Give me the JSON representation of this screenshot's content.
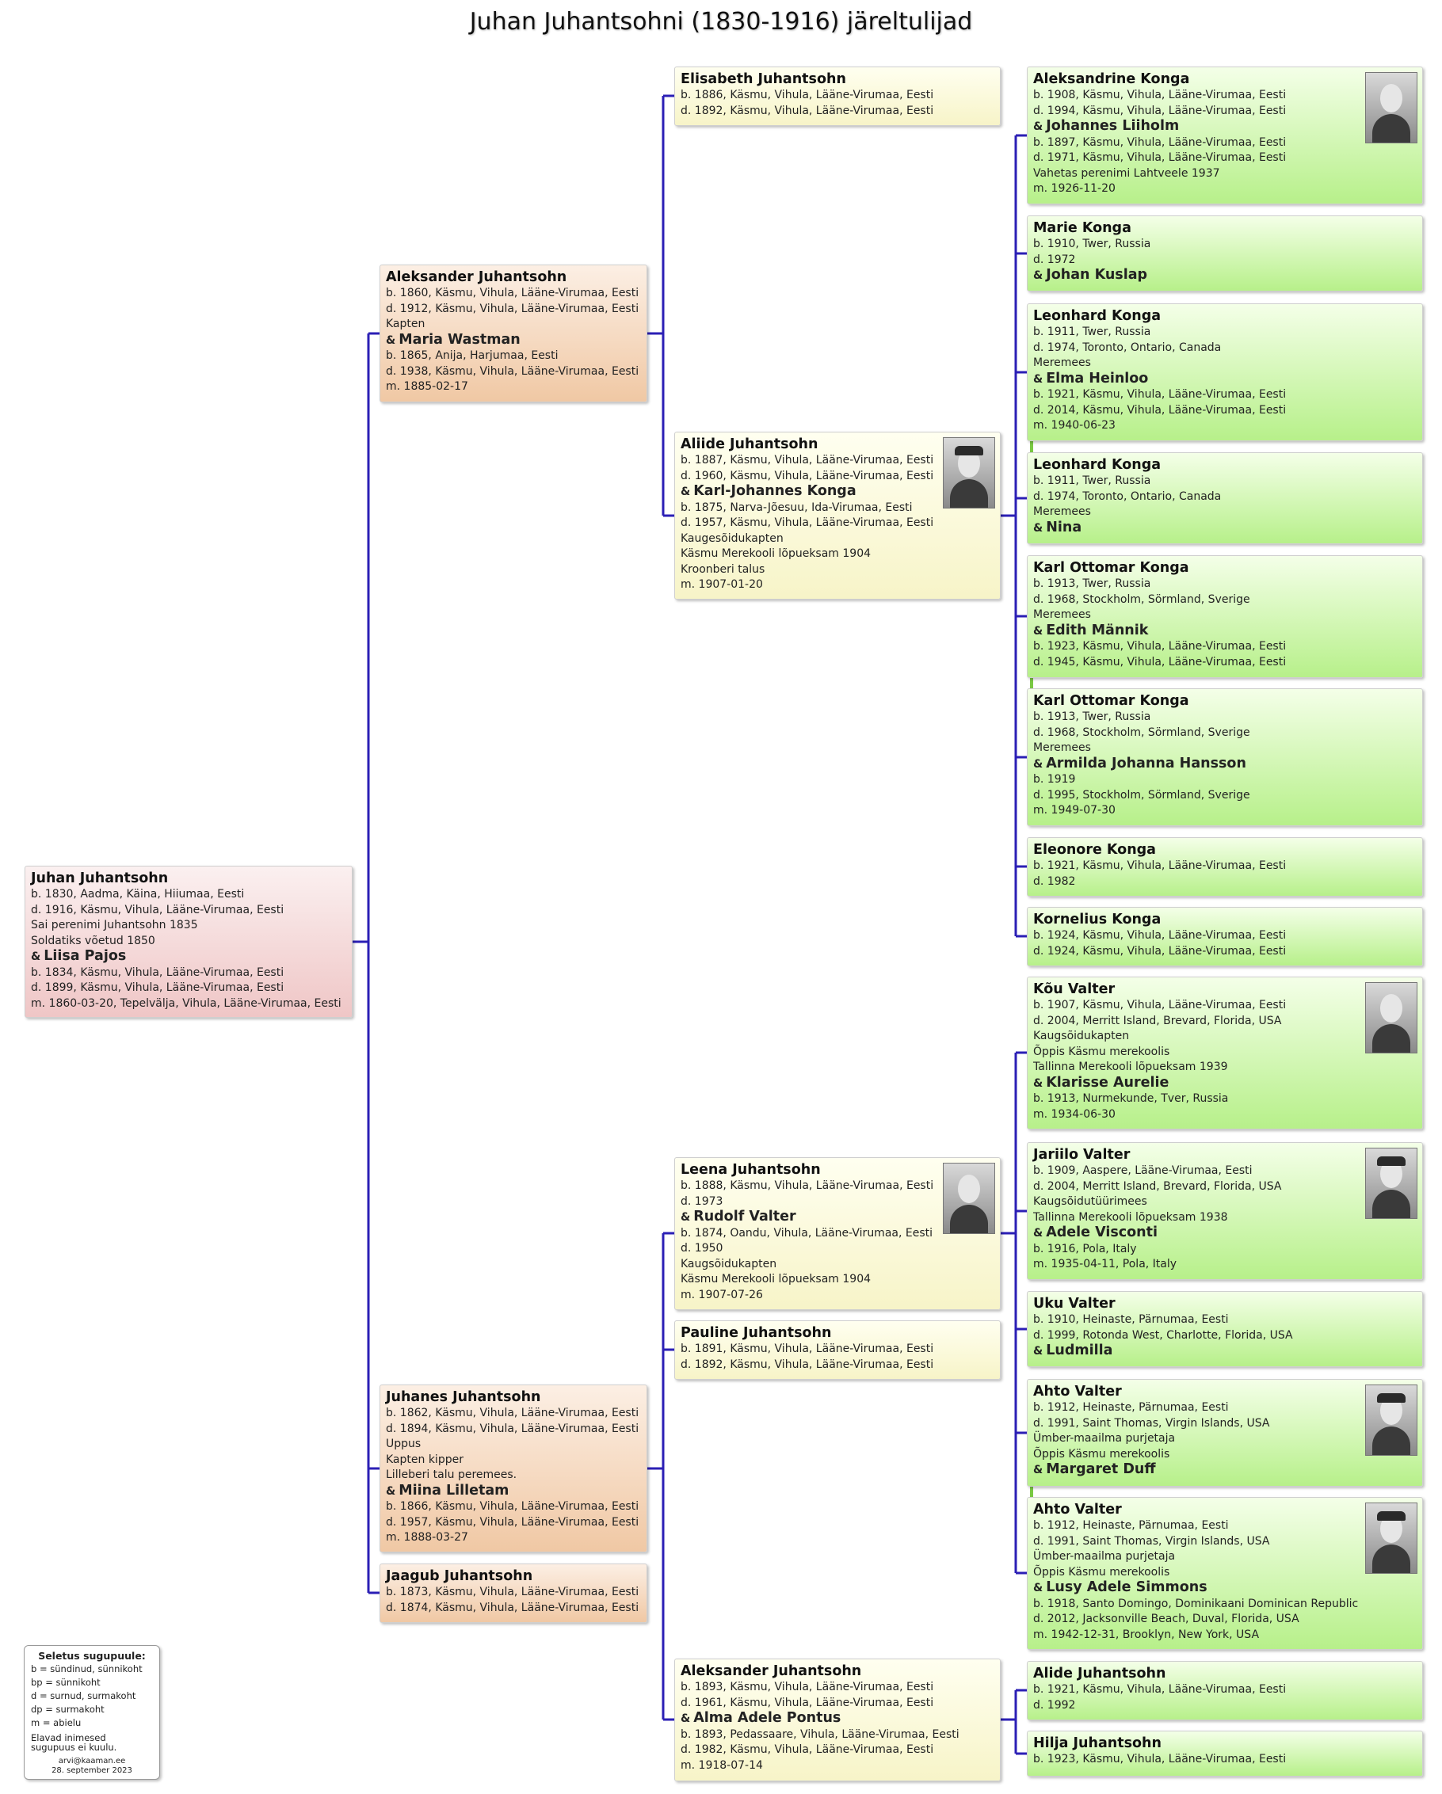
{
  "title": "Juhan Juhantsohni (1830-1916) järeltulijad",
  "colors": {
    "line": "#2b1fb5",
    "accent": "#7ac943",
    "gen0": "#efc6c6",
    "gen1": "#f0c8a4",
    "gen2": "#f7f4c8",
    "gen3": "#b7f08a"
  },
  "people": {
    "juhan": {
      "name": "Juhan Juhantsohn",
      "lines": [
        "b. 1830, Aadma, Käina, Hiiumaa, Eesti",
        "d. 1916, Käsmu, Vihula, Lääne-Virumaa, Eesti",
        "Sai perenimi Juhantsohn 1835",
        "Soldatiks võetud 1850"
      ],
      "spouse": "Liisa Pajos",
      "spouse_lines": [
        "b. 1834, Käsmu, Vihula, Lääne-Virumaa, Eesti",
        "d. 1899, Käsmu, Vihula, Lääne-Virumaa, Eesti",
        "m. 1860-03-20, Tepelvälja, Vihula, Lääne-Virumaa, Eesti"
      ]
    },
    "aleksander": {
      "name": "Aleksander Juhantsohn",
      "lines": [
        "b. 1860, Käsmu, Vihula, Lääne-Virumaa, Eesti",
        "d. 1912, Käsmu, Vihula, Lääne-Virumaa, Eesti",
        "Kapten"
      ],
      "spouse": "Maria Wastman",
      "spouse_lines": [
        "b. 1865, Anija, Harjumaa, Eesti",
        "d. 1938, Käsmu, Vihula, Lääne-Virumaa, Eesti",
        "m. 1885-02-17"
      ]
    },
    "juhanes": {
      "name": "Juhanes Juhantsohn",
      "lines": [
        "b. 1862, Käsmu, Vihula, Lääne-Virumaa, Eesti",
        "d. 1894, Käsmu, Vihula, Lääne-Virumaa, Eesti",
        "Uppus",
        "Kapten kipper",
        "Lilleberi talu peremees."
      ],
      "spouse": "Miina Lilletam",
      "spouse_lines": [
        "b. 1866, Käsmu, Vihula, Lääne-Virumaa, Eesti",
        "d. 1957, Käsmu, Vihula, Lääne-Virumaa, Eesti",
        "m. 1888-03-27"
      ]
    },
    "jaagub": {
      "name": "Jaagub Juhantsohn",
      "lines": [
        "b. 1873, Käsmu, Vihula, Lääne-Virumaa, Eesti",
        "d. 1874, Käsmu, Vihula, Lääne-Virumaa, Eesti"
      ]
    },
    "elisabeth": {
      "name": "Elisabeth Juhantsohn",
      "lines": [
        "b. 1886, Käsmu, Vihula, Lääne-Virumaa, Eesti",
        "d. 1892, Käsmu, Vihula, Lääne-Virumaa, Eesti"
      ]
    },
    "aliide": {
      "name": "Aliide Juhantsohn",
      "lines": [
        "b. 1887, Käsmu, Vihula, Lääne-Virumaa, Eesti",
        "d. 1960, Käsmu, Vihula, Lääne-Virumaa, Eesti"
      ],
      "spouse": "Karl-Johannes Konga",
      "spouse_lines": [
        "b. 1875, Narva-Jõesuu, Ida-Virumaa, Eesti",
        "d. 1957, Käsmu, Vihula, Lääne-Virumaa, Eesti",
        "Kaugesõidukapten",
        "Käsmu Merekooli lõpueksam 1904",
        "Kroonberi talus",
        "m. 1907-01-20"
      ]
    },
    "leena": {
      "name": "Leena Juhantsohn",
      "lines": [
        "b. 1888, Käsmu, Vihula, Lääne-Virumaa, Eesti",
        "d. 1973"
      ],
      "spouse": "Rudolf Valter",
      "spouse_lines": [
        "b. 1874, Oandu, Vihula, Lääne-Virumaa, Eesti",
        "d. 1950",
        "Kaugsõidukapten",
        "Käsmu Merekooli lõpueksam 1904",
        "m. 1907-07-26"
      ]
    },
    "pauline": {
      "name": "Pauline Juhantsohn",
      "lines": [
        "b. 1891, Käsmu, Vihula, Lääne-Virumaa, Eesti",
        "d. 1892, Käsmu, Vihula, Lääne-Virumaa, Eesti"
      ]
    },
    "aleksander2": {
      "name": "Aleksander Juhantsohn",
      "lines": [
        "b. 1893, Käsmu, Vihula, Lääne-Virumaa, Eesti",
        "d. 1961, Käsmu, Vihula, Lääne-Virumaa, Eesti"
      ],
      "spouse": "Alma Adele Pontus",
      "spouse_lines": [
        "b. 1893, Pedassaare, Vihula, Lääne-Virumaa, Eesti",
        "d. 1982, Käsmu, Vihula, Lääne-Virumaa, Eesti",
        "m. 1918-07-14"
      ]
    },
    "aleksandrine": {
      "name": "Aleksandrine Konga",
      "lines": [
        "b. 1908, Käsmu, Vihula, Lääne-Virumaa, Eesti",
        "d. 1994, Käsmu, Vihula, Lääne-Virumaa, Eesti"
      ],
      "spouse": "Johannes Liiholm",
      "spouse_lines": [
        "b. 1897, Käsmu, Vihula, Lääne-Virumaa, Eesti",
        "d. 1971, Käsmu, Vihula, Lääne-Virumaa, Eesti",
        "Vahetas perenimi Lahtveele 1937",
        "m. 1926-11-20"
      ]
    },
    "marie": {
      "name": "Marie Konga",
      "lines": [
        "b. 1910, Twer, Russia",
        "d. 1972"
      ],
      "spouse": "Johan Kuslap",
      "spouse_lines": []
    },
    "leonhard1": {
      "name": "Leonhard Konga",
      "lines": [
        "b. 1911, Twer, Russia",
        "d. 1974, Toronto, Ontario, Canada",
        "Meremees"
      ],
      "spouse": "Elma Heinloo",
      "spouse_lines": [
        "b. 1921, Käsmu, Vihula, Lääne-Virumaa, Eesti",
        "d. 2014, Käsmu, Vihula, Lääne-Virumaa, Eesti",
        "m. 1940-06-23"
      ]
    },
    "leonhard2": {
      "name": "Leonhard Konga",
      "lines": [
        "b. 1911, Twer, Russia",
        "d. 1974, Toronto, Ontario, Canada",
        "Meremees"
      ],
      "spouse": "Nina",
      "spouse_lines": []
    },
    "karl1": {
      "name": "Karl Ottomar Konga",
      "lines": [
        "b. 1913, Twer, Russia",
        "d. 1968, Stockholm, Sörmland, Sverige",
        "Meremees"
      ],
      "spouse": "Edith Männik",
      "spouse_lines": [
        "b. 1923, Käsmu, Vihula, Lääne-Virumaa, Eesti",
        "d. 1945, Käsmu, Vihula, Lääne-Virumaa, Eesti"
      ]
    },
    "karl2": {
      "name": "Karl Ottomar Konga",
      "lines": [
        "b. 1913, Twer, Russia",
        "d. 1968, Stockholm, Sörmland, Sverige",
        "Meremees"
      ],
      "spouse": "Armilda Johanna Hansson",
      "spouse_lines": [
        "b. 1919",
        "d. 1995, Stockholm, Sörmland, Sverige",
        "m. 1949-07-30"
      ]
    },
    "eleonore": {
      "name": "Eleonore Konga",
      "lines": [
        "b. 1921, Käsmu, Vihula, Lääne-Virumaa, Eesti",
        "d. 1982"
      ]
    },
    "kornelius": {
      "name": "Kornelius Konga",
      "lines": [
        "b. 1924, Käsmu, Vihula, Lääne-Virumaa, Eesti",
        "d. 1924, Käsmu, Vihula, Lääne-Virumaa, Eesti"
      ]
    },
    "kou": {
      "name": "Kõu Valter",
      "lines": [
        "b. 1907, Käsmu, Vihula, Lääne-Virumaa, Eesti",
        "d. 2004, Merritt Island, Brevard, Florida, USA",
        "Kaugsõidukapten",
        "Õppis Käsmu merekoolis",
        "Tallinna Merekooli lõpueksam 1939"
      ],
      "spouse": "Klarisse Aurelie",
      "spouse_lines": [
        "b. 1913, Nurmekunde, Tver, Russia",
        "m. 1934-06-30"
      ]
    },
    "jariilo": {
      "name": "Jariilo Valter",
      "lines": [
        "b. 1909, Aaspere, Lääne-Virumaa, Eesti",
        "d. 2004, Merritt Island, Brevard, Florida, USA",
        "Kaugsõidutüürimees",
        "Tallinna Merekooli lõpueksam 1938"
      ],
      "spouse": "Adele Visconti",
      "spouse_lines": [
        "b. 1916, Pola, Italy",
        "m. 1935-04-11, Pola, Italy"
      ]
    },
    "uku": {
      "name": "Uku Valter",
      "lines": [
        "b. 1910, Heinaste, Pärnumaa, Eesti",
        "d. 1999, Rotonda West, Charlotte, Florida, USA"
      ],
      "spouse": "Ludmilla",
      "spouse_lines": []
    },
    "ahto1": {
      "name": "Ahto Valter",
      "lines": [
        "b. 1912, Heinaste, Pärnumaa, Eesti",
        "d. 1991, Saint Thomas, Virgin Islands, USA",
        "Ümber-maailma purjetaja",
        "Õppis Käsmu merekoolis"
      ],
      "spouse": "Margaret Duff",
      "spouse_lines": []
    },
    "ahto2": {
      "name": "Ahto Valter",
      "lines": [
        "b. 1912, Heinaste, Pärnumaa, Eesti",
        "d. 1991, Saint Thomas, Virgin Islands, USA",
        "Ümber-maailma purjetaja",
        "Õppis Käsmu merekoolis"
      ],
      "spouse": "Lusy Adele Simmons",
      "spouse_lines": [
        "b. 1918, Santo Domingo, Dominikaani Dominican Republic",
        "d. 2012, Jacksonville Beach, Duval, Florida, USA",
        "m. 1942-12-31, Brooklyn, New York, USA"
      ]
    },
    "alide": {
      "name": "Alide Juhantsohn",
      "lines": [
        "b. 1921, Käsmu, Vihula, Lääne-Virumaa, Eesti",
        "d. 1992"
      ]
    },
    "hilja": {
      "name": "Hilja Juhantsohn",
      "lines": [
        "b. 1923, Käsmu, Vihula, Lääne-Virumaa, Eesti"
      ]
    }
  },
  "legend": {
    "title": "Seletus sugupuule:",
    "rows": [
      "b  =  sündinud, sünnikoht",
      "bp =  sünnikoht",
      "d  =  surnud, surmakoht",
      "dp =  surmakoht",
      "m  =  abielu"
    ],
    "note": "Elavad inimesed sugupuus ei kuulu.",
    "email": "arvi@kaaman.ee",
    "date": "28. september 2023"
  }
}
